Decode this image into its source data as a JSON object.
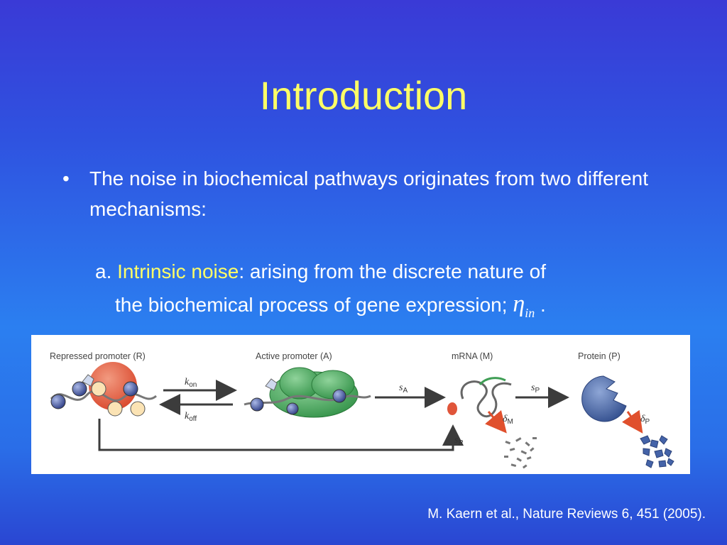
{
  "slide": {
    "title": "Introduction",
    "bullet_marker": "•",
    "bullet_text": "The noise in biochemical pathways originates from two different mechanisms:",
    "point_a": {
      "prefix": "a. ",
      "highlight": "Intrinsic noise",
      "rest_line1": ": arising from the discrete nature of",
      "line2": "the biochemical process of gene expression; ",
      "symbol": "η",
      "symbol_sub": "in",
      "end": " ."
    },
    "citation": "M. Kaern et al., Nature Reviews 6, 451 (2005)."
  },
  "figure": {
    "labels": {
      "repressed": "Repressed promoter (R)",
      "active": "Active promoter (A)",
      "mrna": "mRNA (M)",
      "protein": "Protein (P)"
    },
    "rates": {
      "kon": "k",
      "kon_sub": "on",
      "koff": "k",
      "koff_sub": "off",
      "sa": "s",
      "sa_sub": "A",
      "sp": "s",
      "sp_sub": "P",
      "sr": "s",
      "sr_sub": "R",
      "dm": "δ",
      "dm_sub": "M",
      "dp": "δ",
      "dp_sub": "P"
    }
  },
  "colors": {
    "title": "#ffff66",
    "highlight": "#ffff66",
    "text": "#ffffff",
    "repressor": "#e0553a",
    "polymerase": "#3f9e55",
    "protein": "#3d5a96",
    "arrow_degradation": "#e0502d"
  }
}
